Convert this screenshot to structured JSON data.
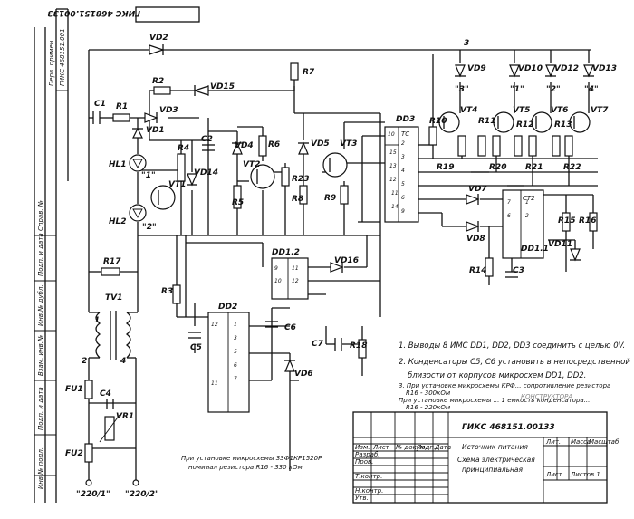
{
  "drawing": {
    "doc_code": "ГИКС 468151.00133",
    "side_code": "ГИКС 468151.001",
    "side_label": "Перв. примен."
  },
  "components": {
    "VD2": "VD2",
    "R2": "R2",
    "VD15": "VD15",
    "R7": "R7",
    "C1": "C1",
    "R1": "R1",
    "VD3": "VD3",
    "VD1": "VD1",
    "HL1": "HL1",
    "HL2": "HL2",
    "VT1": "VT1",
    "C2": "C2",
    "VD4": "VD4",
    "R6": "R6",
    "R4": "R4",
    "VD14": "VD14",
    "VT2": "VT2",
    "R5": "R5",
    "R23": "R23",
    "VD5": "VD5",
    "VT3": "VT3",
    "R8": "R8",
    "R9": "R9",
    "DD3": "DD3",
    "VD9": "VD9",
    "VD10": "VD10",
    "VD12": "VD12",
    "VD13": "VD13",
    "R10": "R10",
    "VT4": "VT4",
    "R11": "R11",
    "VT5": "VT5",
    "R12": "R12",
    "VT6": "VT6",
    "R13": "R13",
    "VT7": "VT7",
    "R19": "R19",
    "R20": "R20",
    "R21": "R21",
    "R22": "R22",
    "VD7": "VD7",
    "VD8": "VD8",
    "R15": "R15",
    "R16": "R16",
    "VD11": "VD11",
    "DD1_1": "DD1.1",
    "R14": "R14",
    "C3": "C3",
    "R17": "R17",
    "TV1": "TV1",
    "DD1_2": "DD1.2",
    "VD16": "VD16",
    "R3": "R3",
    "DD2": "DD2",
    "C6": "C6",
    "C5": "C5",
    "C7": "C7",
    "R18": "R18",
    "VD6": "VD6",
    "FU1": "FU1",
    "C4": "C4",
    "VR1": "VR1",
    "FU2": "FU2",
    "CT2": "СТ2",
    "TC": "ТС"
  },
  "terminals": {
    "t3": "3",
    "t1": "1",
    "t2": "2",
    "t4": "4",
    "tp1": "\"1\"",
    "tp2": "\"2\"",
    "tp3": "\"3\"",
    "tp4": "\"4\"",
    "hl1_pin": "\"1\"",
    "hl2_pin": "\"2\"",
    "in1": "\"220/1\"",
    "in2": "\"220/2\""
  },
  "notes": [
    "1. Выводы 8 ИМС DD1, DD2, DD3 соединить с целью 0V.",
    "2. Конденсаторы С5, С6 установить в непосредственной",
    "близости от корпусов микросхем DD1, DD2.",
    "3. При установке микросхемы КРФ... сопротивление резистора",
    "R16 - 300кОм",
    "При установке микросхемы ... 1 емкость конденсатора...",
    "R16 - 220кОм"
  ],
  "bottom_note": [
    "При установке микросхемы 33Ф1КР1520Р",
    "номинал резистора R16 - 330 кОм"
  ],
  "title_block": {
    "code": "ГИКС 468151.00133",
    "name1": "Источник питания",
    "name2": "Схема электрическая",
    "name3": "принципиальная",
    "lit": "Лит.",
    "mass": "Масса",
    "scale": "Масштаб",
    "sheet": "Лист",
    "sheets": "Листов 1",
    "razrab": "Разраб.",
    "prov": "Пров.",
    "tkontr": "Т.контр.",
    "nkontr": "Н.контр.",
    "utv": "Утв.",
    "izm": "Изм.",
    "list": "Лист",
    "ndok": "№ докум.",
    "podp": "Подп.",
    "data": "Дата",
    "stamp": "КОНСТРУКТОРА"
  },
  "side_strip": [
    "Инв.№ подл.",
    "Подп. и дата",
    "Взам. инв.№",
    "Инв.№ дубл.",
    "Подп. и дата",
    "Справ. №"
  ]
}
